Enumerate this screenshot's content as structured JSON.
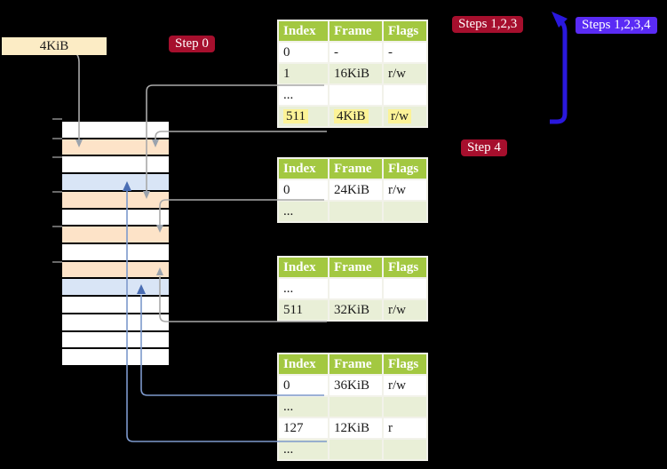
{
  "labels": {
    "page_size": "4KiB",
    "step0": "Step 0",
    "steps123": "Steps 1,2,3",
    "steps1234": "Steps 1,2,3,4",
    "step4": "Step 4"
  },
  "colors": {
    "label_cream": "#fcecc5",
    "badge_red": "#a60f2d",
    "badge_blue": "#5a2bf5",
    "arrow_blue_dark": "#2a18dd",
    "mem_orange": "#fde3c8",
    "mem_blue": "#d9e5f6",
    "table_header_green": "#a3c841",
    "table_row_green": "#e9efd7",
    "table_border": "#a8bc70",
    "cell_border": "#f2f2ea",
    "highlight_yellow": "#fcf397",
    "line_gray": "#a9a9a9",
    "arrowhead_gray": "#9ba3ad",
    "line_blue": "#7d99cc",
    "arrowhead_blue": "#4a6db3"
  },
  "memory": {
    "rows": [
      "white",
      "orange",
      "white",
      "blue",
      "orange",
      "white",
      "orange",
      "white",
      "orange",
      "blue",
      "white",
      "white",
      "white",
      "white"
    ]
  },
  "tables": [
    {
      "headers": [
        "Index",
        "Frame",
        "Flags"
      ],
      "rows": [
        {
          "cells": [
            "0",
            "-",
            "-"
          ],
          "shaded": false,
          "highlight": false
        },
        {
          "cells": [
            "1",
            "16KiB",
            "r/w"
          ],
          "shaded": true,
          "highlight": false
        },
        {
          "cells": [
            "...",
            "",
            ""
          ],
          "shaded": false,
          "highlight": false
        },
        {
          "cells": [
            "511",
            "4KiB",
            "r/w"
          ],
          "shaded": true,
          "highlight": true
        }
      ]
    },
    {
      "headers": [
        "Index",
        "Frame",
        "Flags"
      ],
      "rows": [
        {
          "cells": [
            "0",
            "24KiB",
            "r/w"
          ],
          "shaded": false,
          "highlight": false
        },
        {
          "cells": [
            "...",
            "",
            ""
          ],
          "shaded": true,
          "highlight": false
        }
      ]
    },
    {
      "headers": [
        "Index",
        "Frame",
        "Flags"
      ],
      "rows": [
        {
          "cells": [
            "...",
            "",
            ""
          ],
          "shaded": false,
          "highlight": false
        },
        {
          "cells": [
            "511",
            "32KiB",
            "r/w"
          ],
          "shaded": true,
          "highlight": false
        }
      ]
    },
    {
      "headers": [
        "Index",
        "Frame",
        "Flags"
      ],
      "rows": [
        {
          "cells": [
            "0",
            "36KiB",
            "r/w"
          ],
          "shaded": false,
          "highlight": false
        },
        {
          "cells": [
            "...",
            "",
            ""
          ],
          "shaded": true,
          "highlight": false
        },
        {
          "cells": [
            "127",
            "12KiB",
            "r"
          ],
          "shaded": false,
          "highlight": false
        },
        {
          "cells": [
            "...",
            "",
            ""
          ],
          "shaded": true,
          "highlight": false
        }
      ]
    }
  ]
}
